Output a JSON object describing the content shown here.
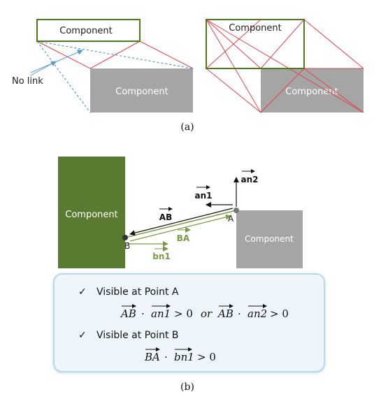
{
  "figure": {
    "panel_a": {
      "label": "(a)",
      "left": {
        "top_component": "Component",
        "bottom_component": "Component",
        "no_link_label": "No link"
      },
      "right": {
        "outline_component": "Component",
        "filled_component": "Component"
      }
    },
    "panel_b": {
      "label": "(b)",
      "left_component": "Component",
      "right_component": "Component",
      "vectors": {
        "AB": "AB",
        "BA": "BA",
        "an1": "an1",
        "an2": "an2",
        "bn1": "bn1"
      },
      "points": {
        "A": "A",
        "B": "B"
      },
      "conditions": {
        "check_mark": "✓",
        "visible_a": "Visible at Point A",
        "visible_b": "Visible at Point B",
        "formula_a": {
          "v1": "AB",
          "v2": "an1",
          "gt": "> 0",
          "or": "or",
          "v3": "AB",
          "v4": "an2",
          "gt2": "> 0",
          "dot": "·"
        },
        "formula_b": {
          "v1": "BA",
          "v2": "bn1",
          "gt": "> 0",
          "dot": "·"
        }
      }
    },
    "colors": {
      "green_dark": "#5a7a32",
      "green_outline": "#4e7a1e",
      "gray_fill": "#a5a5a5",
      "red_line": "#e0454d",
      "blue_dashed": "#3d86c6",
      "blue_arrow": "#5c9bd1",
      "green_arrow": "#7a9a4a",
      "panel_bg": "#eef6fb",
      "panel_border": "#b9d9ea"
    }
  }
}
